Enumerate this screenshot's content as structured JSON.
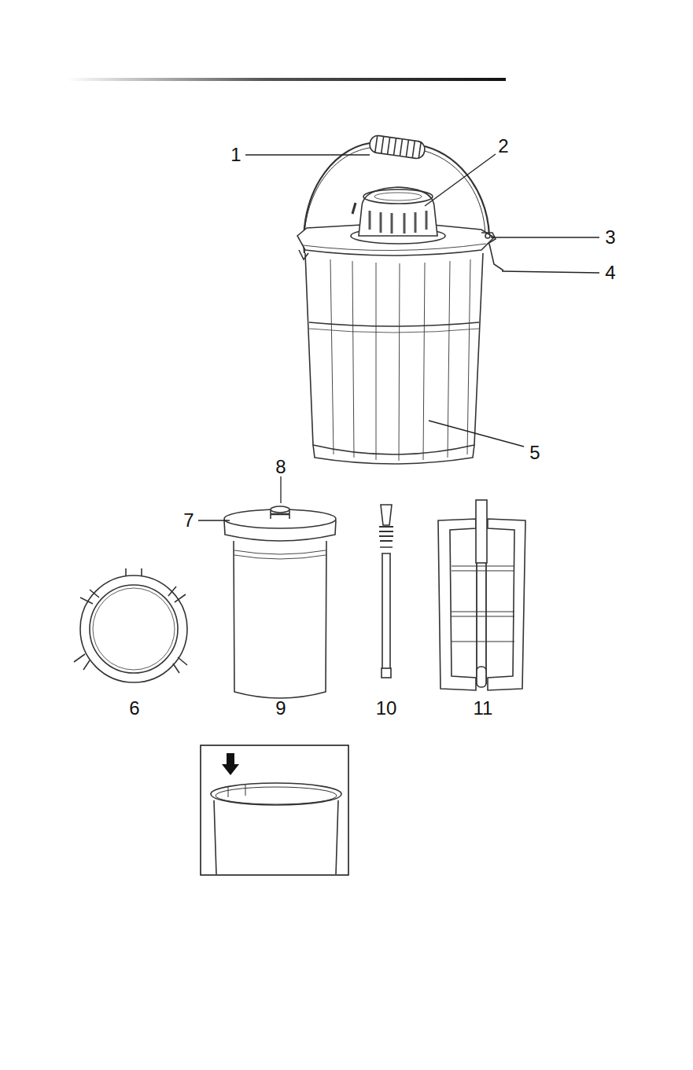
{
  "diagram": {
    "labels": [
      "1",
      "2",
      "3",
      "4",
      "5",
      "8",
      "7",
      "6",
      "9",
      "10",
      "11"
    ]
  }
}
